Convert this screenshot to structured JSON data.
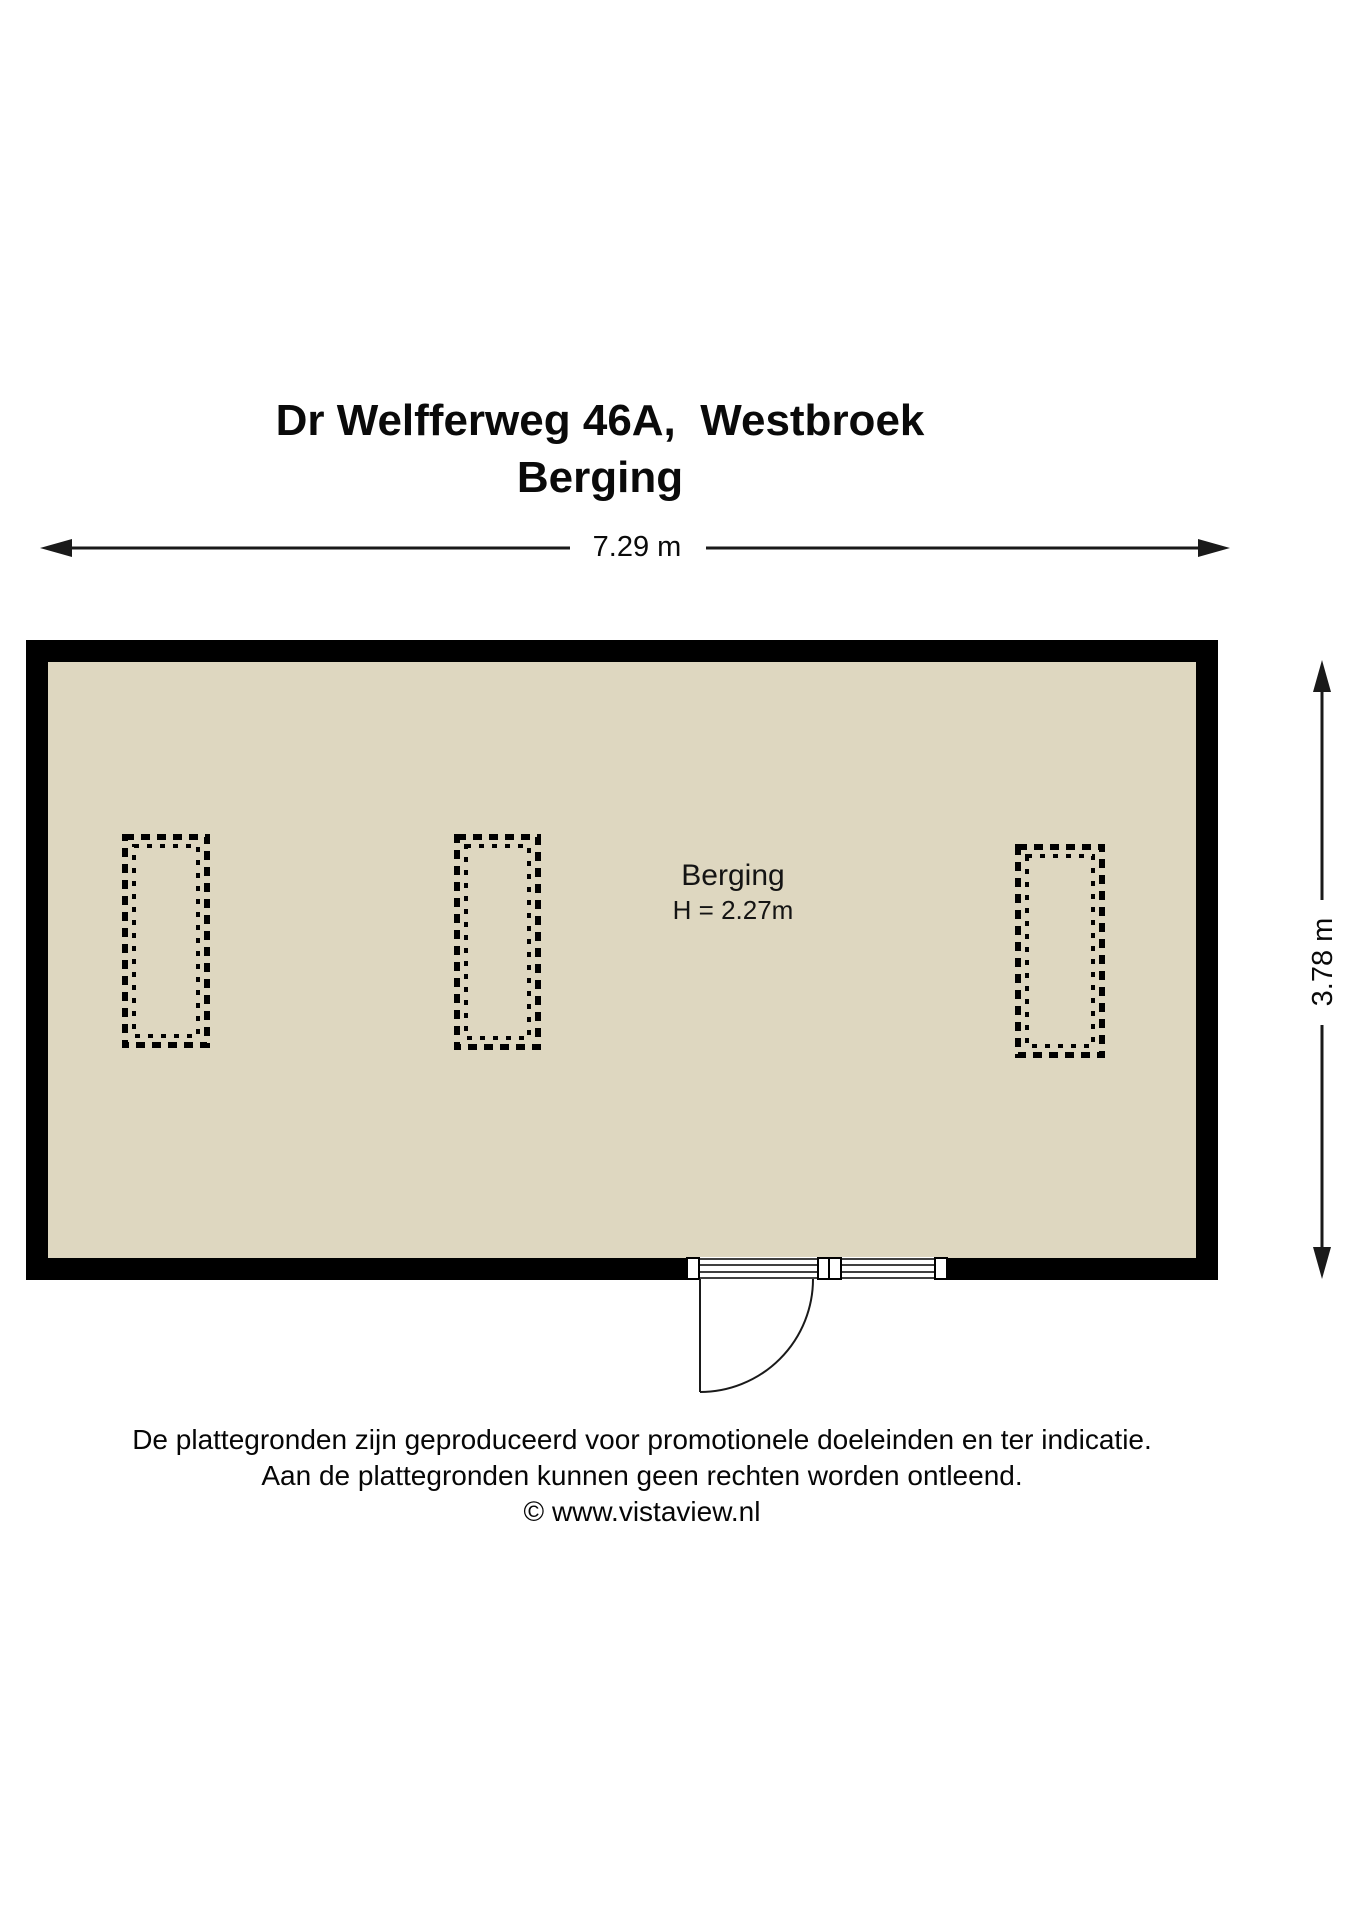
{
  "title": {
    "line1": "Dr Welfferweg 46A,  Westbroek",
    "line2": "Berging"
  },
  "dimensions": {
    "width_label": "7.29 m",
    "height_label": "3.78 m"
  },
  "room": {
    "name": "Berging",
    "height_label": "H = 2.27m"
  },
  "footer": {
    "line1": "De plattegronden zijn geproduceerd voor promotionele doeleinden en ter indicatie.",
    "line2": "Aan de plattegronden kunnen geen rechten worden ontleend.",
    "line3": "© www.vistaview.nl"
  },
  "colors": {
    "wall": "#000000",
    "floor": "#ded7c0",
    "line": "#1a1a1a"
  }
}
